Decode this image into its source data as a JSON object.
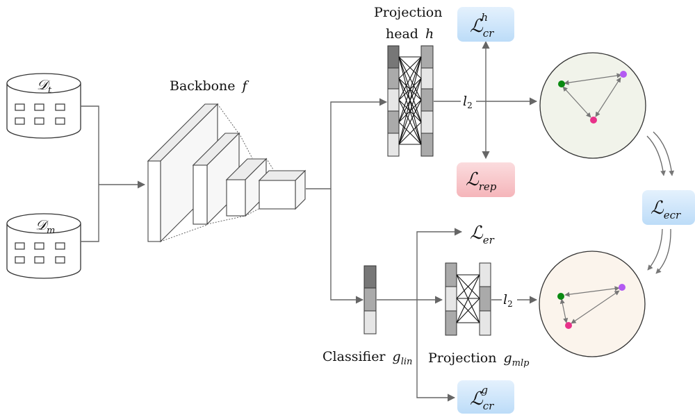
{
  "datasets": [
    {
      "symbol": "𝒟",
      "sub": "t"
    },
    {
      "symbol": "𝒟",
      "sub": "m"
    }
  ],
  "backbone": {
    "label": "Backbone",
    "symbol": "f"
  },
  "projection_head": {
    "line1": "Projection",
    "line2": "head",
    "symbol": "h"
  },
  "classifier": {
    "label": "Classifier",
    "symbol": "g",
    "sub": "lin"
  },
  "projection_mlp": {
    "label": "Projection",
    "symbol": "g",
    "sub": "mlp"
  },
  "norm_top": {
    "symbol": "l",
    "sub": "2"
  },
  "norm_bottom": {
    "symbol": "l",
    "sub": "2"
  },
  "losses": {
    "cr_h": {
      "symbol": "ℒ",
      "sub": "cr",
      "sup": "h"
    },
    "rep": {
      "symbol": "ℒ",
      "sub": "rep"
    },
    "er": {
      "symbol": "ℒ",
      "sub": "er"
    },
    "ecr": {
      "symbol": "ℒ",
      "sub": "ecr"
    },
    "cr_g": {
      "symbol": "ℒ",
      "sub": "cr",
      "sup": "g"
    }
  },
  "colors": {
    "loss_blue": "#cfe6fb",
    "loss_red": "#f8c9cc",
    "circle_top": "#f1f3ea",
    "circle_bottom": "#fbf4ec",
    "point_green": "#0a8a12",
    "point_purple": "#b35af2",
    "point_pink": "#e8318a",
    "arrow": "#666666"
  }
}
